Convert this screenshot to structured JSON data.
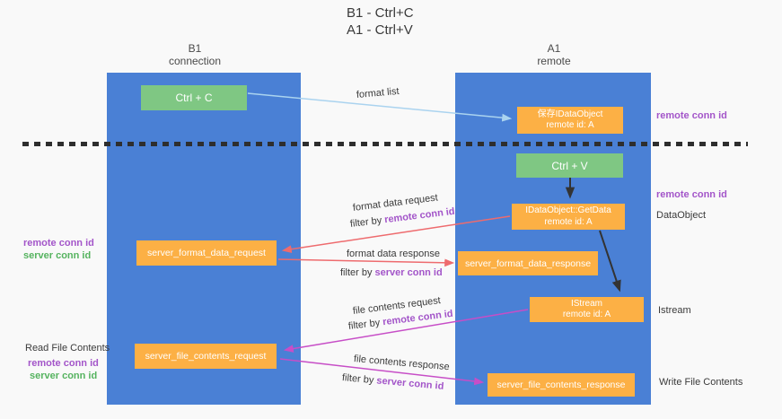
{
  "title": {
    "line1": "B1 - Ctrl+C",
    "line2": "A1 - Ctrl+V"
  },
  "columns": {
    "b1": {
      "name": "B1",
      "subtitle": "connection"
    },
    "a1": {
      "name": "A1",
      "subtitle": "remote"
    }
  },
  "nodes": {
    "ctrl_c": {
      "label": "Ctrl + C"
    },
    "save_dataobject": {
      "line1": "保存IDataObject",
      "line2": "remote id: A"
    },
    "ctrl_v": {
      "label": "Ctrl + V"
    },
    "getdata": {
      "line1": "IDataObject::GetData",
      "line2": "remote id: A"
    },
    "server_format_data_request": {
      "label": "server_format_data_request"
    },
    "server_format_data_response": {
      "label": "server_format_data_response"
    },
    "istream": {
      "line1": "IStream",
      "line2": "remote id: A"
    },
    "server_file_contents_request": {
      "label": "server_file_contents_request"
    },
    "server_file_contents_response": {
      "label": "server_file_contents_response"
    }
  },
  "arrow_labels": {
    "format_list": "format list",
    "format_data_request": "format data request",
    "format_data_response": "format data response",
    "file_contents_request": "file contents request",
    "file_contents_response": "file contents response",
    "filter_by": "filter by ",
    "remote_conn_id": "remote conn id",
    "server_conn_id": "server conn id"
  },
  "annotations": {
    "right_top_remote_conn_id": "remote conn id",
    "right_mid_remote_conn_id": "remote conn id",
    "dataobject": "DataObject",
    "istream": "Istream",
    "write_file_contents": "Write File Contents",
    "left_remote_conn_id_1": "remote conn id",
    "left_server_conn_id_1": "server conn id",
    "read_file_contents": "Read File Contents",
    "left_remote_conn_id_2": "remote conn id",
    "left_server_conn_id_2": "server conn id"
  },
  "colors": {
    "column_blue": "#4a80d5",
    "node_green": "#7fc783",
    "node_orange": "#fcb045",
    "arrow_salmon": "#ee6b6e",
    "arrow_magenta": "#c74ec7",
    "arrow_lightblue": "#aad3ef",
    "arrow_black": "#333333",
    "label_purple": "#a355c9",
    "label_green": "#55b35f"
  }
}
